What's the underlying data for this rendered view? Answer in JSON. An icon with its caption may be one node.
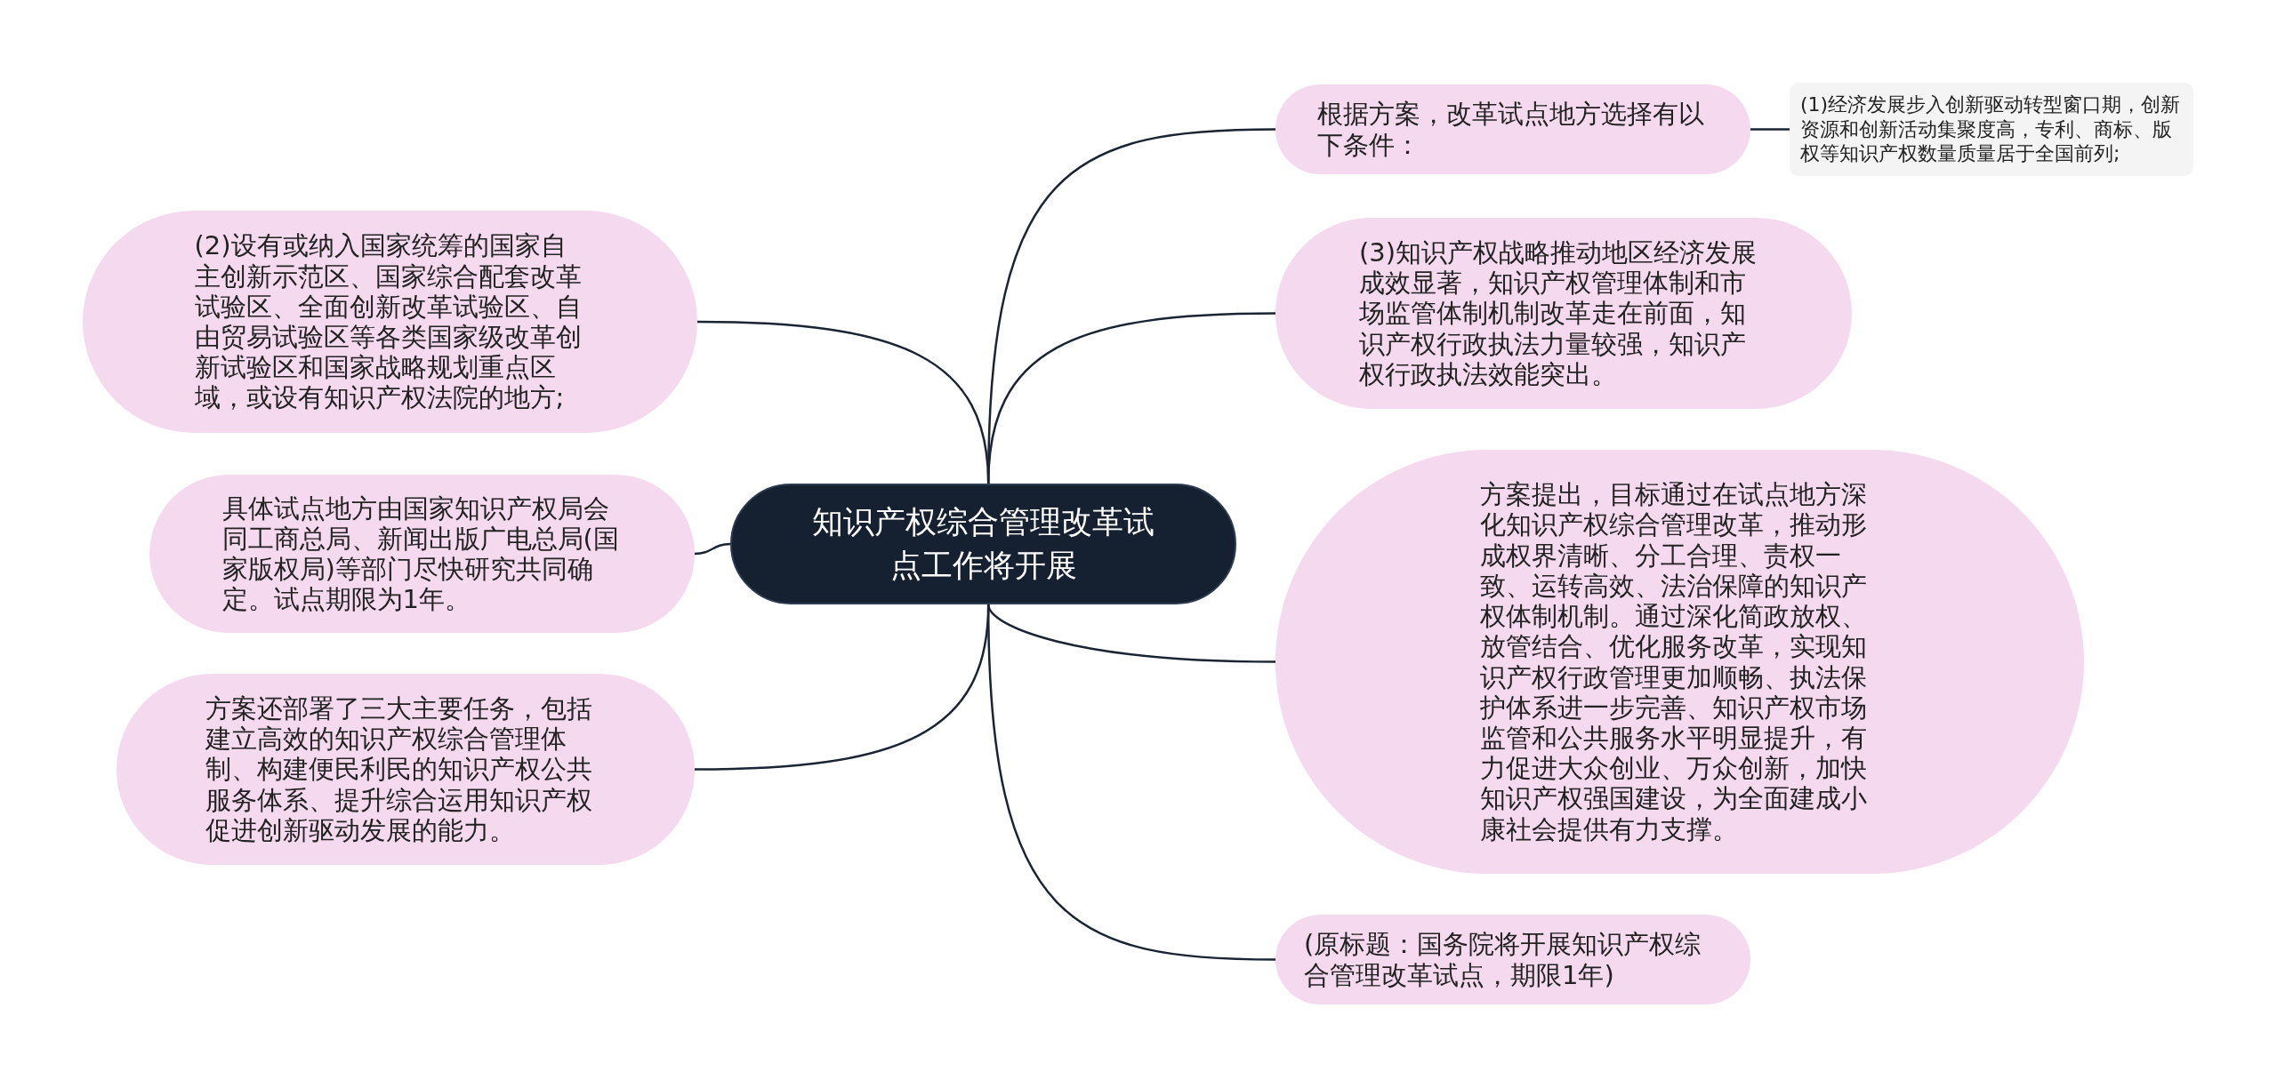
{
  "diagram": {
    "nodes": [
      {
        "text": [
          "知识产权综合管理改革试点工作将开展"
        ]
      },
      {
        "text": [
          "(2)设有或纳入国家统筹的国家自主创新示范区、国家综合配套改革试验区、全面创新改革试验区、自由贸易试验区等各类国家级改革创新试验区和国家战略规划重点区域，或设有知识产权法院的地方;"
        ]
      },
      {
        "text": [
          "具体试点地方由国家知识产权局会同工商总局、新闻出版广电总局(国家版权局)等部门尽快研究共同确定。试点期限为1年。"
        ]
      },
      {
        "text": [
          "方案还部署了三大主要任务，包括建立高效的知识产权综合管理体制、构建便民利民的知识产权公共服务体系、提升综合运用知识产权促进创新驱动发展的能力。"
        ]
      },
      {
        "text": [
          "根据方案，改革试点地方选择有以下条件："
        ]
      },
      {
        "text": [
          "(1)经济发展步入创新驱动转型窗口期，创新资源和创新活动集聚度高，专利、商标、版权等知识产权数量质量居于全国前列;"
        ]
      },
      {
        "text": [
          "(3)知识产权战略推动地区经济发展成效显著，知识产权管理体制和市场监管体制机制改革走在前面，知识产权行政执法力量较强，知识产权行政执法效能突出。"
        ]
      },
      {
        "text": [
          "方案提出，目标通过在试点地方深化知识产权综合管理改革，推动形成权界清晰、分工合理、责权一致、运转高效、法治保障的知识产权体制机制。通过深化简政放权、放管结合、优化服务改革，实现知识产权行政管理更加顺畅、执法保护体系进一步完善、知识产权市场监管和公共服务水平明显提升，有力促进大众创业、万众创新，加快知识产权强国建设，为全面建成小康社会提供有力支撑。"
        ]
      },
      {
        "text": [
          "(原标题：国务院将开展知识产权综合管理改革试点，期限1年)"
        ]
      }
    ],
    "edges": [
      {
        "from": 0,
        "to": 1,
        "arrow": "none"
      },
      {
        "from": 0,
        "to": 2,
        "arrow": "none"
      },
      {
        "from": 0,
        "to": 3,
        "arrow": "none"
      },
      {
        "from": 0,
        "to": 4,
        "arrow": "none"
      },
      {
        "from": 4,
        "to": 5,
        "arrow": "none"
      },
      {
        "from": 0,
        "to": 6,
        "arrow": "none"
      },
      {
        "from": 0,
        "to": 7,
        "arrow": "none"
      },
      {
        "from": 0,
        "to": 8,
        "arrow": "none"
      }
    ]
  }
}
